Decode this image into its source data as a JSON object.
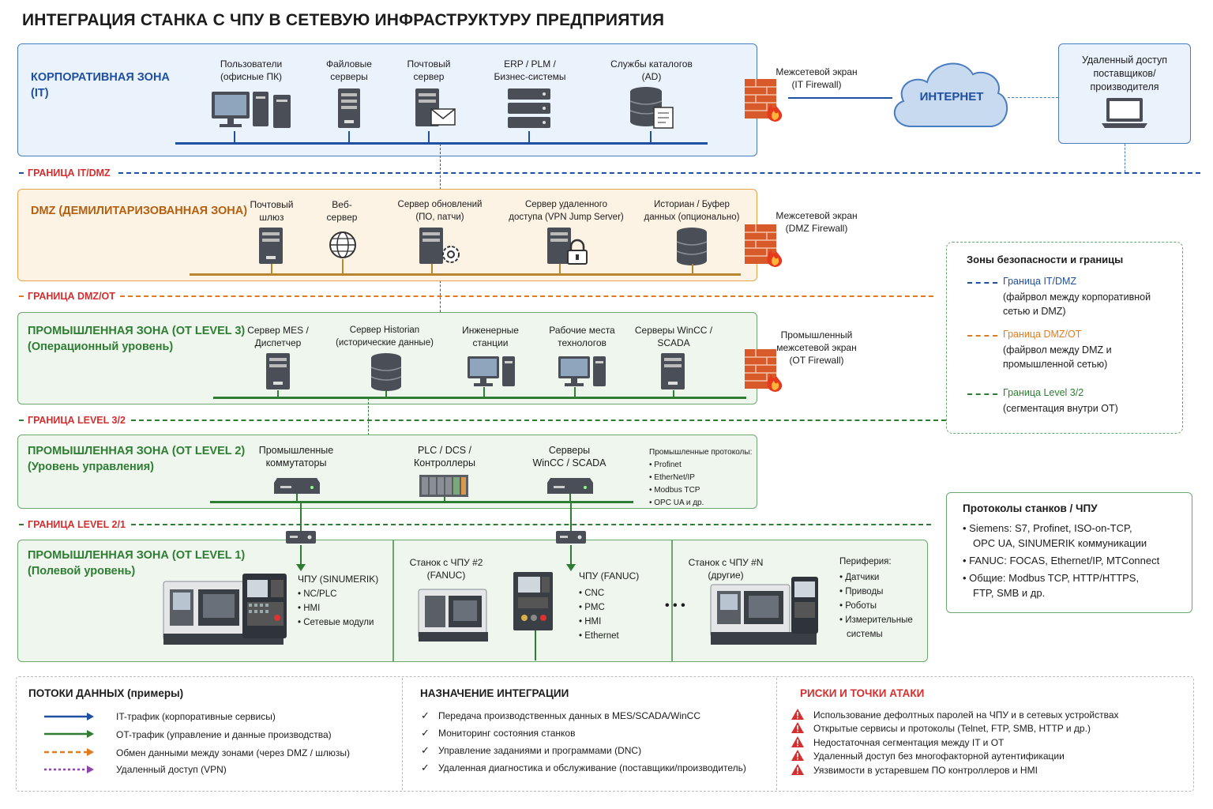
{
  "title": "ИНТЕГРАЦИЯ СТАНКА С ЧПУ В СЕТЕВУЮ ИНФРАСТРУКТУРУ ПРЕДПРИЯТИЯ",
  "corp": {
    "name": "КОРПОРАТИВНАЯ ЗОНА\n(IT)",
    "items": [
      "Пользователи\n(офисные ПК)",
      "Файловые\nсерверы",
      "Почтовый\nсервер",
      "ERP / PLM /\nБизнес-системы",
      "Службы каталогов\n(AD)"
    ],
    "firewall": "Межсетевой экран\n(IT Firewall)"
  },
  "internet": "ИНТЕРНЕТ",
  "remote": "Удаленный доступ\nпоставщиков/\nпроизводителя",
  "boundaries": {
    "it_dmz": "ГРАНИЦА IT/DMZ",
    "dmz_ot": "ГРАНИЦА DMZ/OT",
    "l32": "ГРАНИЦА LEVEL 3/2",
    "l21": "ГРАНИЦА LEVEL 2/1"
  },
  "dmz": {
    "name": "DMZ (ДЕМИЛИТАРИЗОВАННАЯ ЗОНА)",
    "items": [
      "Почтовый\nшлюз",
      "Веб-\nсервер",
      "Сервер обновлений\n(ПО, патчи)",
      "Сервер удаленного\nдоступа (VPN Jump Server)",
      "Историан / Буфер\nданных (опционально)"
    ],
    "firewall": "Межсетевой экран\n(DMZ Firewall)"
  },
  "l3": {
    "name": "ПРОМЫШЛЕННАЯ ЗОНА (OT LEVEL 3)\n(Операционный уровень)",
    "items": [
      "Сервер MES /\nДиспетчер",
      "Сервер Historian\n(исторические данные)",
      "Инженерные\nстанции",
      "Рабочие места\nтехнологов",
      "Серверы WinCC /\nSCADA"
    ],
    "firewall": "Промышленный\nмежсетевой экран\n(OT Firewall)"
  },
  "l2": {
    "name": "ПРОМЫШЛЕННАЯ ЗОНА (OT LEVEL 2)\n(Уровень управления)",
    "items": [
      "Промышленные\nкоммутаторы",
      "PLC / DCS /\nКонтроллеры",
      "Серверы\nWinCC / SCADA"
    ],
    "protocols_title": "Промышленные протоколы:",
    "protocols": [
      "Profinet",
      "EtherNet/IP",
      "Modbus TCP",
      "OPC UA и др."
    ]
  },
  "l1": {
    "name": "ПРОМЫШЛЕННАЯ ЗОНА (OT LEVEL 1)\n(Полевой уровень)",
    "cnc1_title": "ЧПУ (SINUMERIK)",
    "cnc1_items": [
      "NC/PLC",
      "HMI",
      "Сетевые модули"
    ],
    "machine2": "Станок с ЧПУ #2\n(FANUC)",
    "cnc2_title": "ЧПУ (FANUC)",
    "cnc2_items": [
      "CNC",
      "PMC",
      "HMI",
      "Ethernet"
    ],
    "dots": "• • •",
    "machineN": "Станок с ЧПУ #N\n(другие)",
    "periph_title": "Периферия:",
    "periph_items": [
      "Датчики",
      "Приводы",
      "Роботы",
      "Измерительные\nсистемы"
    ]
  },
  "legend": {
    "title": "Зоны безопасности и границы",
    "entries": [
      {
        "head": "Граница IT/DMZ",
        "desc": "(файрвол между корпоративной\nсетью и DMZ)",
        "color": "#1f4fa0"
      },
      {
        "head": "Граница DMZ/OT",
        "desc": "(файрвол между DMZ и\nпромышленной сетью)",
        "color": "#e07b1f"
      },
      {
        "head": "Граница Level 3/2",
        "desc": "(сегментация внутри OT)",
        "color": "#2e7d32"
      }
    ]
  },
  "protocols_box": {
    "title": "Протоколы станков / ЧПУ",
    "items": [
      "Siemens: S7, Profinet, ISO-on-TCP,\nOPC UA, SINUMERIK коммуникации",
      "FANUC: FOCAS, Ethernet/IP, MTConnect",
      "Общие: Modbus TCP, HTTP/HTTPS,\nFTP, SMB и др."
    ]
  },
  "flows": {
    "title": "ПОТОКИ ДАННЫХ (примеры)",
    "items": [
      {
        "label": "IT-трафик (корпоративные сервисы)",
        "color": "#1f4fa0"
      },
      {
        "label": "OT-трафик (управление и данные производства)",
        "color": "#2e7d32"
      },
      {
        "label": "Обмен данными между зонами (через DMZ / шлюзы)",
        "color": "#e07b1f"
      },
      {
        "label": "Удаленный доступ (VPN)",
        "color": "#8e44ad"
      }
    ]
  },
  "purpose": {
    "title": "НАЗНАЧЕНИЕ ИНТЕГРАЦИИ",
    "items": [
      "Передача производственных данных в MES/SCADA/WinCC",
      "Мониторинг состояния станков",
      "Управление заданиями и программами (DNC)",
      "Удаленная диагностика и обслуживание (поставщики/производитель)"
    ]
  },
  "risks": {
    "title": "РИСКИ И ТОЧКИ АТАКИ",
    "items": [
      "Использование дефолтных паролей на ЧПУ и в сетевых устройствах",
      "Открытые сервисы и протоколы (Telnet, FTP, SMB, HTTP и др.)",
      "Недостаточная сегментация между IT и OT",
      "Удаленный доступ без многофакторной аутентификации",
      "Уязвимости в устаревшем ПО контроллеров и HMI"
    ]
  },
  "colors": {
    "it": "#1f4fa0",
    "dmz": "#e07b1f",
    "ot": "#2e7d32",
    "risk": "#d32f2f"
  }
}
